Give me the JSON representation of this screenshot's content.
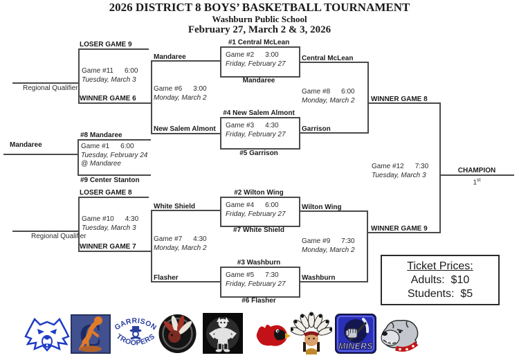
{
  "header": {
    "title": "2026 DISTRICT 8 BOYS’ BASKETBALL TOURNAMENT",
    "school": "Washburn Public School",
    "dates": "February 27, March 2 & 3, 2026"
  },
  "slots": {
    "loser_game_9": "LOSER GAME 9",
    "winner_game_6": "WINNER GAME 6",
    "regional_qualifier_top": "Regional Qualifier",
    "loser_game_8": "LOSER GAME 8",
    "winner_game_7": "WINNER GAME 7",
    "regional_qualifier_bottom": "Regional Qualifier",
    "winner_game_8": "WINNER GAME 8",
    "winner_game_9": "WINNER GAME 9"
  },
  "teams": {
    "g1_top": "#8 Mandaree",
    "g1_bottom": "#9 Center Stanton",
    "g1_winner": "Mandaree",
    "g2_top": "#1  Central McLean",
    "g2_bottom": "Mandaree",
    "g2_winner": "Central McLean",
    "g3_top": "#4  New Salem Almont",
    "g3_bottom": "#5 Garrison",
    "g3_winner": "Garrison",
    "g4_top": "#2 Wilton Wing",
    "g4_bottom": "#7 White Shield",
    "g4_winner": "Wilton Wing",
    "g5_top": "#3 Washburn",
    "g5_bottom": "#6 Flasher",
    "g5_winner": "Washburn",
    "g6_top": "Mandaree",
    "g6_bottom": "New Salem Almont",
    "g7_top": "White Shield",
    "g7_bottom": "Flasher"
  },
  "games": {
    "g1": {
      "title": "Game #1",
      "time": "6:00",
      "date": "Tuesday, February 24",
      "location": "@ Mandaree"
    },
    "g2": {
      "title": "Game #2",
      "time": "3:00",
      "date": "Friday, February 27"
    },
    "g3": {
      "title": "Game #3",
      "time": "4:30",
      "date": "Friday, February 27"
    },
    "g4": {
      "title": "Game #4",
      "time": "6:00",
      "date": "Friday, February 27"
    },
    "g5": {
      "title": "Game #5",
      "time": "7:30",
      "date": "Friday, February 27"
    },
    "g6": {
      "title": "Game #6",
      "time": "3:00",
      "date": "Monday, March 2"
    },
    "g7": {
      "title": "Game #7",
      "time": "4:30",
      "date": "Monday, March 2"
    },
    "g8": {
      "title": "Game #8",
      "time": "6:00",
      "date": "Monday, March 2"
    },
    "g9": {
      "title": "Game #9",
      "time": "7:30",
      "date": "Monday, March 2"
    },
    "g10": {
      "title": "Game #10",
      "time": "4:30",
      "date": "Tuesday, March 3"
    },
    "g11": {
      "title": "Game #11",
      "time": "6:00",
      "date": "Tuesday, March 3"
    },
    "g12": {
      "title": "Game #12",
      "time": "7:30",
      "date": "Tuesday, March 3"
    }
  },
  "champion": {
    "label": "CHAMPION",
    "place": "1",
    "suffix": "st"
  },
  "ticket_box": {
    "title": "Ticket Prices:",
    "adults": "Adults:  $10",
    "students": "Students:  $5"
  },
  "logos": [
    {
      "name": "wildcats-logo"
    },
    {
      "name": "cougars-logo",
      "letter": "C"
    },
    {
      "name": "garrison-troopers-logo",
      "text_top": "GARRISON",
      "text_bottom": "TROOPERS"
    },
    {
      "name": "warriors-logo"
    },
    {
      "name": "demons-logo"
    },
    {
      "name": "cardinals-logo"
    },
    {
      "name": "chiefs-logo"
    },
    {
      "name": "miners-logo",
      "text": "MINERS"
    },
    {
      "name": "bulldogs-logo"
    }
  ],
  "colors": {
    "bracket_line": "#4a4a4a",
    "garrison_blue": "#2b3f9e",
    "miners_blue": "#2a2fb8",
    "cardinal_red": "#c31217",
    "collar_red": "#c01818",
    "cougar_orange": "#e07b28",
    "wildcat_blue": "#1e3cc8"
  }
}
